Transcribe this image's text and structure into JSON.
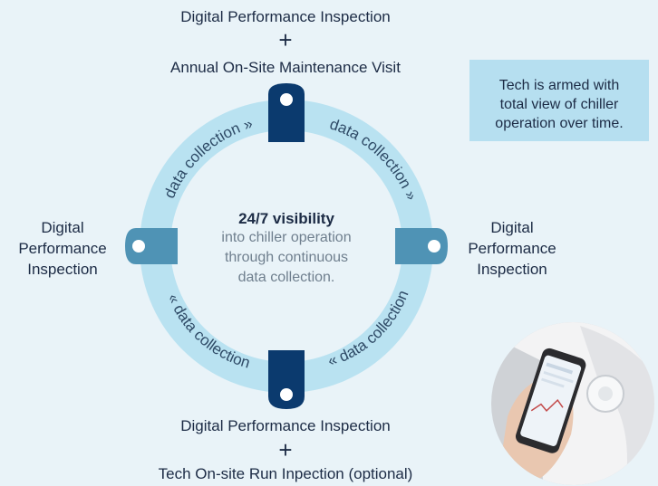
{
  "top_label_1": "Digital Performance Inspection",
  "top_plus": "+",
  "top_label_2": "Annual On-Site Maintenance Visit",
  "left_label": [
    "Digital",
    "Performance",
    "Inspection"
  ],
  "right_label": [
    "Digital",
    "Performance",
    "Inspection"
  ],
  "bottom_label_1": "Digital Performance Inspection",
  "bottom_plus": "+",
  "bottom_label_2": "Tech On-site Run Inpection (optional)",
  "center": {
    "title": "24/7 visibility",
    "lines": [
      "into chiller operation",
      "through continuous",
      "data collection."
    ]
  },
  "ring_text": {
    "top_left": "data collection »",
    "top_right": "data collection »",
    "bottom_right": "« data collection",
    "bottom_left": "« data collection"
  },
  "callout": [
    "Tech is armed with",
    "total view of chiller",
    "operation over time."
  ],
  "photo": {
    "subject": "hand holding smartphone next to arm-worn sensor patch"
  },
  "colors": {
    "background": "#e9f3f8",
    "ring": "#b9e2f1",
    "node_dark": "#0b3a6e",
    "node_mid": "#4f93b5",
    "text": "#1c2b45",
    "center_text": "#6f7f8e",
    "callout_bg": "#b6dff0"
  }
}
